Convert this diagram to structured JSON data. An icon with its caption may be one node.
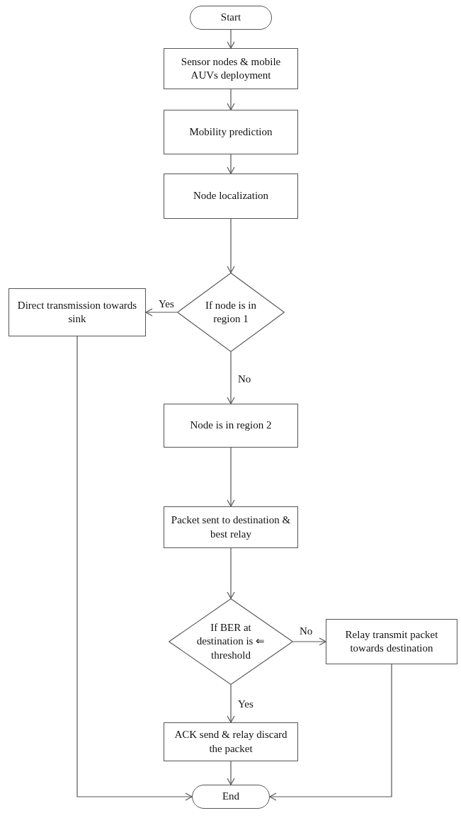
{
  "diagram": {
    "nodes": [
      {
        "text": [
          "Start"
        ]
      },
      {
        "text": [
          "Sensor nodes & mobile AUVs deployment"
        ]
      },
      {
        "text": [
          "Mobility prediction"
        ]
      },
      {
        "text": [
          "Node localization"
        ]
      },
      {
        "text": [
          "If node is in region 1"
        ]
      },
      {
        "text": [
          "Direct transmission towards sink"
        ]
      },
      {
        "text": [
          "Node is in region 2"
        ]
      },
      {
        "text": [
          "Packet sent to destination & best relay"
        ]
      },
      {
        "text": [
          "If BER at destination is ⇐ threshold"
        ]
      },
      {
        "text": [
          "Relay transmit packet towards destination"
        ]
      },
      {
        "text": [
          "ACK send & relay discard the packet"
        ]
      },
      {
        "text": [
          "End"
        ]
      }
    ],
    "edges": [
      {
        "from": 0,
        "to": 1,
        "arrow": "to"
      },
      {
        "from": 1,
        "to": 2,
        "arrow": "to"
      },
      {
        "from": 2,
        "to": 3,
        "arrow": "to"
      },
      {
        "from": 3,
        "to": 4,
        "arrow": "to"
      },
      {
        "from": 4,
        "to": 5,
        "arrow": "to",
        "label": "Yes"
      },
      {
        "from": 4,
        "to": 6,
        "arrow": "to",
        "label": "No"
      },
      {
        "from": 6,
        "to": 7,
        "arrow": "to"
      },
      {
        "from": 7,
        "to": 8,
        "arrow": "to"
      },
      {
        "from": 8,
        "to": 9,
        "arrow": "to",
        "label": "No"
      },
      {
        "from": 8,
        "to": 10,
        "arrow": "to",
        "label": "Yes"
      },
      {
        "from": 10,
        "to": 11,
        "arrow": "to"
      },
      {
        "from": 5,
        "to": 11,
        "arrow": "to"
      },
      {
        "from": 9,
        "to": 11,
        "arrow": "to"
      }
    ]
  }
}
